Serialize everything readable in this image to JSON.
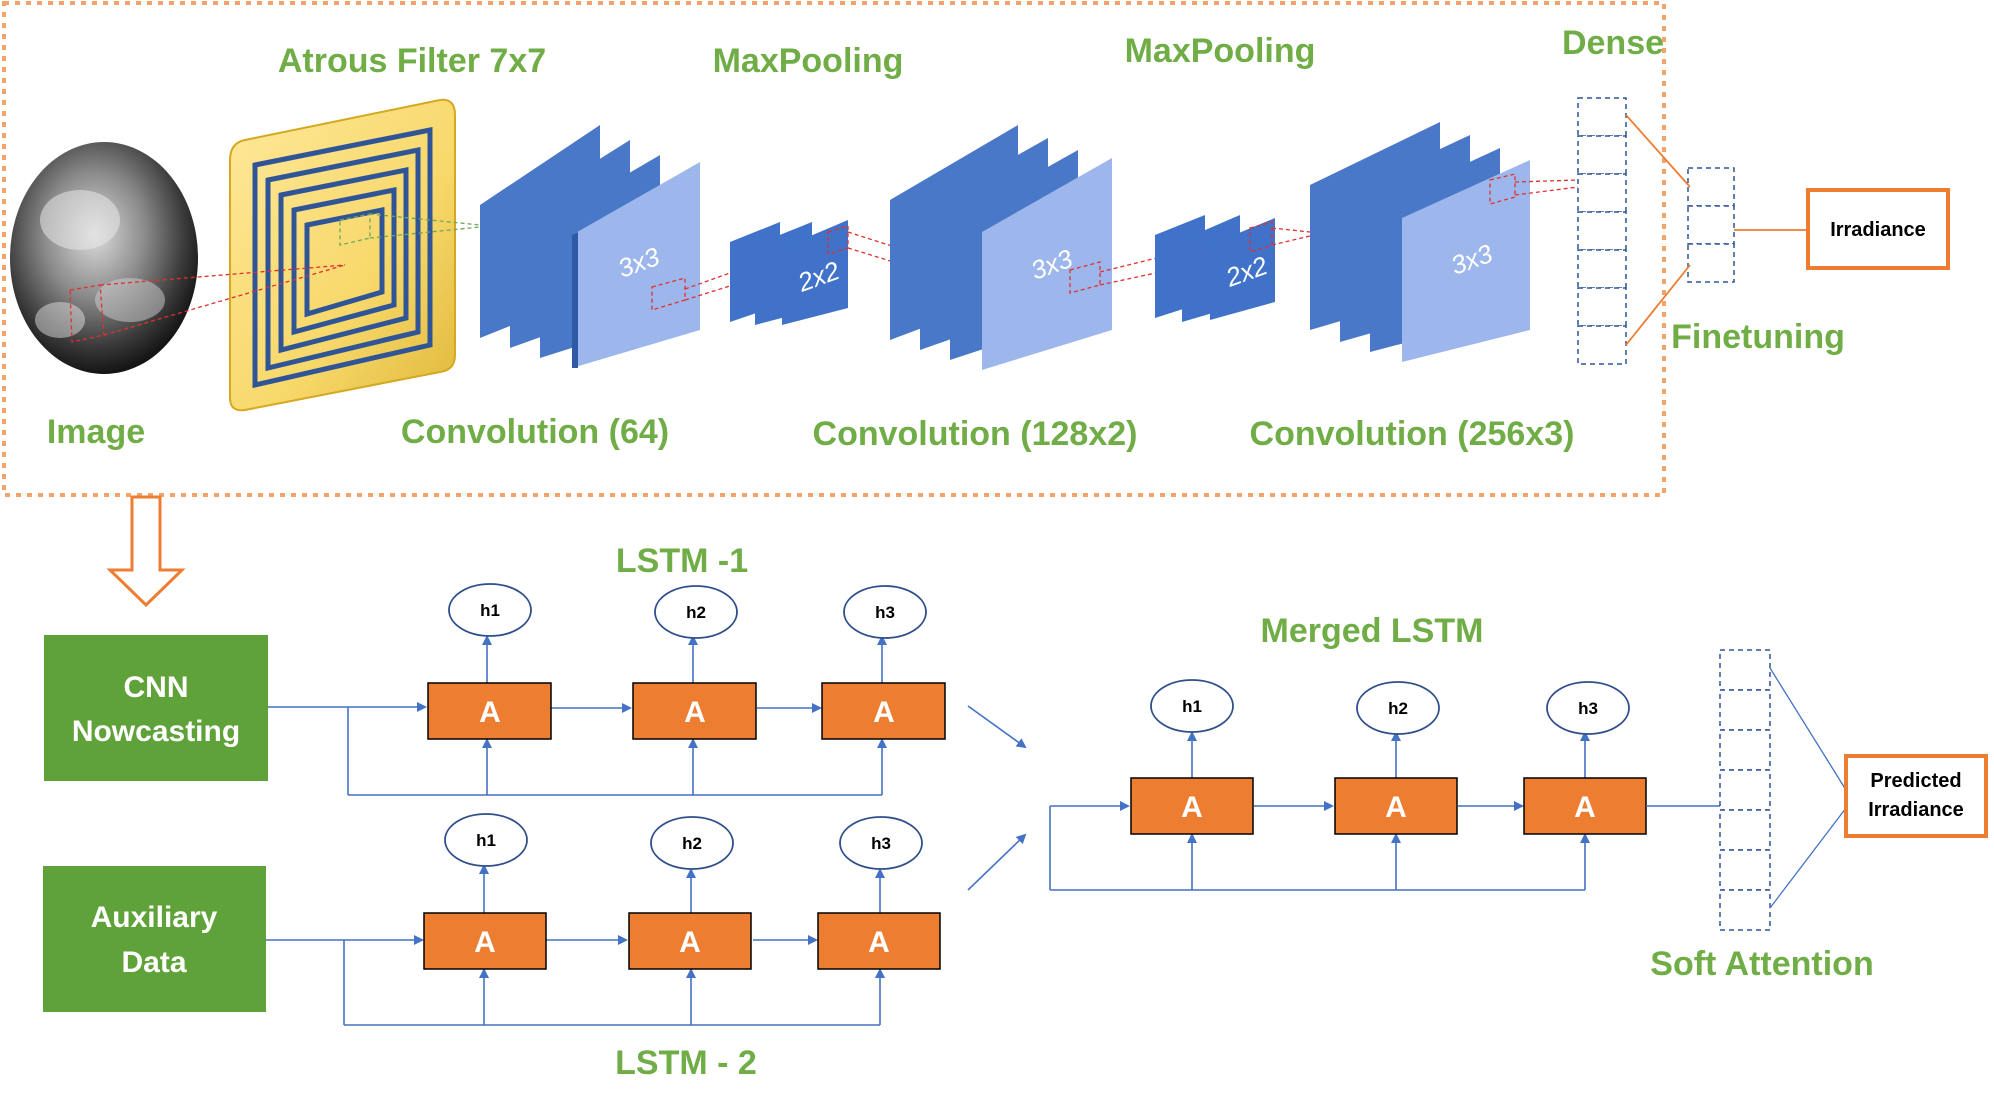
{
  "cnn": {
    "image_label": "Image",
    "atrous_label": "Atrous Filter 7x7",
    "maxpool1_label": "MaxPooling",
    "maxpool2_label": "MaxPooling",
    "dense_label": "Dense",
    "conv1_label": "Convolution (64)",
    "conv2_label": "Convolution (128x2)",
    "conv3_label": "Convolution (256x3)",
    "kernel1": "3x3",
    "pool1_kernel": "2x2",
    "kernel2": "3x3",
    "pool2_kernel": "2x2",
    "kernel3": "3x3",
    "finetuning_label": "Finetuning",
    "irradiance_label": "Irradiance"
  },
  "lstm": {
    "cnn_nowcasting": [
      "CNN",
      "Nowcasting"
    ],
    "auxiliary": [
      "Auxiliary",
      "Data"
    ],
    "lstm1_label": "LSTM -1",
    "lstm2_label": "LSTM - 2",
    "merged_label": "Merged LSTM",
    "cell_letter": "A",
    "hidden": [
      "h1",
      "h2",
      "h3"
    ],
    "soft_attention_label": "Soft Attention",
    "predicted": [
      "Predicted",
      "Irradiance"
    ]
  },
  "colors": {
    "label_green": "#70ad47",
    "cell_orange": "#ed7d31",
    "box_green": "#5fa23a",
    "flow_blue": "#4472c4",
    "map_blue": "#9db7ec"
  }
}
